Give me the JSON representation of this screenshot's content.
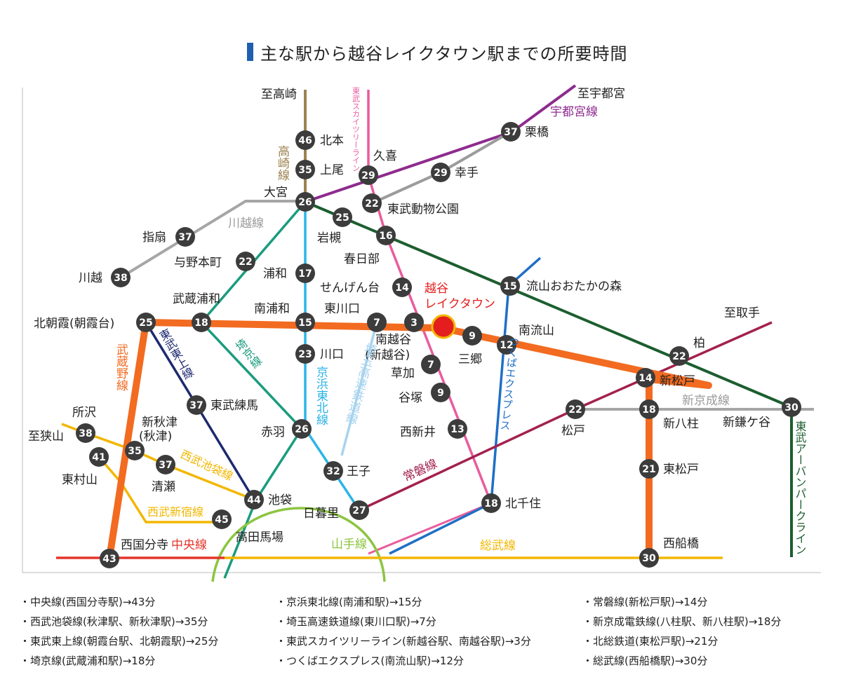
{
  "title": "主な駅から越谷レイクタウン駅までの所要時間",
  "colors": {
    "title_bar": "#1f5fae",
    "musashino": "#f26b21",
    "takasaki": "#9c8350",
    "skytree": "#e95c9d",
    "utsunomiya": "#8e2b8e",
    "tobu_park": "#9b9b9b",
    "kawagoe": "#a6a6a6",
    "tobu_tojo": "#1d2a6f",
    "saikyo": "#1a9c7d",
    "keihin": "#2cb5e6",
    "saitama_kosoku": "#a8d3ee",
    "tsukuba": "#1f6fc6",
    "joban": "#a3214f",
    "tobu_urban": "#1c5e2f",
    "shinkeisei": "#a6a6a6",
    "seibu": "#f2b700",
    "chuo": "#e5352b",
    "sobu": "#f2b700",
    "yamanote": "#8cc540",
    "station": "#3c3c3c",
    "lake_town": "#e41e1e"
  },
  "map": {
    "lake_town_label": [
      "越谷",
      "レイクタウン"
    ],
    "directions": [
      "至高崎",
      "至宇都宮",
      "至取手",
      "至狭山"
    ],
    "stations": {
      "kitamoto": {
        "name": "北本",
        "min": "46"
      },
      "ageo": {
        "name": "上尾",
        "min": "35"
      },
      "omiya": {
        "name": "大宮",
        "min": "26"
      },
      "kuki": {
        "name": "久喜",
        "min": "29"
      },
      "kurihashi": {
        "name": "栗橋",
        "min": "37"
      },
      "satte": {
        "name": "幸手",
        "min": "29"
      },
      "tobudoubutsu": {
        "name": "東武動物公園",
        "min": "22"
      },
      "iwatsuki": {
        "name": "岩槻",
        "min": "25"
      },
      "kasukabe": {
        "name": "春日部",
        "min": "16"
      },
      "sengendai": {
        "name": "せんげん台",
        "min": "14"
      },
      "nagareyama": {
        "name": "流山おおたかの森",
        "min": "15"
      },
      "ogose": {
        "name": "指扇",
        "min": "37"
      },
      "yonohommachi": {
        "name": "与野本町",
        "min": "22"
      },
      "urawa": {
        "name": "浦和",
        "min": "17"
      },
      "kawagoe": {
        "name": "川越",
        "min": "38"
      },
      "musashiurawa": {
        "name": "武蔵浦和",
        "min": "18"
      },
      "minamiurawa": {
        "name": "南浦和",
        "min": "15"
      },
      "higashikawaguchi": {
        "name": "東川口",
        "min": "7"
      },
      "minamikoshigaya": {
        "name": "南越谷",
        "min": "3"
      },
      "minamikoshigaya_sub": "(新越谷)",
      "kitaasaka": {
        "name": "北朝霞(朝霞台)",
        "min": "25"
      },
      "misato": {
        "name": "三郷",
        "min": "9"
      },
      "minaminagareyama": {
        "name": "南流山",
        "min": "12"
      },
      "kashiwa": {
        "name": "柏",
        "min": "22"
      },
      "shinmatsudo": {
        "name": "新松戸",
        "min": "14"
      },
      "kawaguchi": {
        "name": "川口",
        "min": "23"
      },
      "soka": {
        "name": "草加",
        "min": "7"
      },
      "yatsuka": {
        "name": "谷塚",
        "min": "9"
      },
      "tobunerima": {
        "name": "東武練馬",
        "min": "37"
      },
      "matsudo": {
        "name": "松戸",
        "min": "22"
      },
      "yahashira": {
        "name": "新八柱",
        "min": "18"
      },
      "shinkamagaya": {
        "name": "新鎌ケ谷",
        "min": "30"
      },
      "tokorozawa": {
        "name": "所沢",
        "min": "38"
      },
      "shinakitsu": {
        "name": "新秋津",
        "min": "35"
      },
      "shinakitsu_sub": "(秋津)",
      "kiyose": {
        "name": "清瀬",
        "min": "37"
      },
      "higashimurayama": {
        "name": "東村山",
        "min": "41"
      },
      "akabane": {
        "name": "赤羽",
        "min": "26"
      },
      "nishiarai": {
        "name": "西新井",
        "min": "13"
      },
      "oji": {
        "name": "王子",
        "min": "32"
      },
      "higashimatsudo": {
        "name": "東松戸",
        "min": "21"
      },
      "ikebukuro": {
        "name": "池袋",
        "min": "44"
      },
      "kitasenju": {
        "name": "北千住",
        "min": "18"
      },
      "nippori": {
        "name": "日暮里",
        "min": "27"
      },
      "takadanobaba": {
        "name": "高田馬場",
        "min": "45"
      },
      "nishikokubunji": {
        "name": "西国分寺",
        "min": "43"
      },
      "nishifunabashi": {
        "name": "西船橋",
        "min": "30"
      }
    },
    "lines": {
      "utsunomiya": "宇都宮線",
      "takasaki": "高崎線",
      "skytree": "東武スカイツリーライン",
      "kawagoe": "川越線",
      "musashino": "武蔵野線",
      "tojo": "東武東上線",
      "saikyo": "埼京線",
      "keihin": "京浜東北線",
      "saitama_kosoku": "埼玉高速鉄道線",
      "tsukuba": "つくばエクスプレス",
      "joban": "常磐線",
      "shinkeisei": "新京成線",
      "tobu_urban": "東武アーバンパークライン",
      "seibu_ikebukuro": "西武池袋線",
      "seibu_shinjuku": "西武新宿線",
      "yamanote": "山手線",
      "chuo": "中央線",
      "sobu": "総武線"
    }
  },
  "notes": {
    "col1": [
      "・中央線(西国分寺駅)→43分",
      "・西武池袋線(秋津駅、新秋津駅)→35分",
      "・東武東上線(朝霞台駅、北朝霞駅)→25分",
      "・埼京線(武蔵浦和駅)→18分"
    ],
    "col2": [
      "・京浜東北線(南浦和駅)→15分",
      "・埼玉高速鉄道線(東川口駅)→7分",
      "・東武スカイツリーライン(新越谷駅、南越谷駅)→3分",
      "・つくばエクスプレス(南流山駅)→12分"
    ],
    "col3": [
      "・常磐線(新松戸駅)→14分",
      "・新京成電鉄線(八柱駅、新八柱駅)→18分",
      "・北総鉄道(東松戸駅)→21分",
      "・総武線(西船橋駅)→30分"
    ]
  }
}
